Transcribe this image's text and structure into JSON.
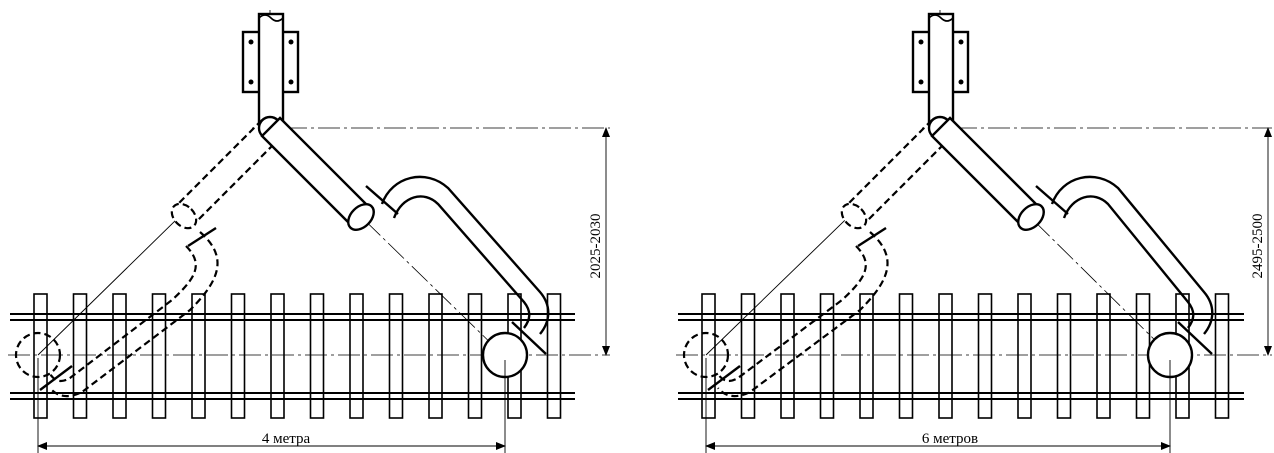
{
  "diagrams": [
    {
      "dimension_horizontal": "4 метра",
      "dimension_vertical": "2025-2030"
    },
    {
      "dimension_horizontal": "6 метров",
      "dimension_vertical": "2495-2500"
    }
  ]
}
